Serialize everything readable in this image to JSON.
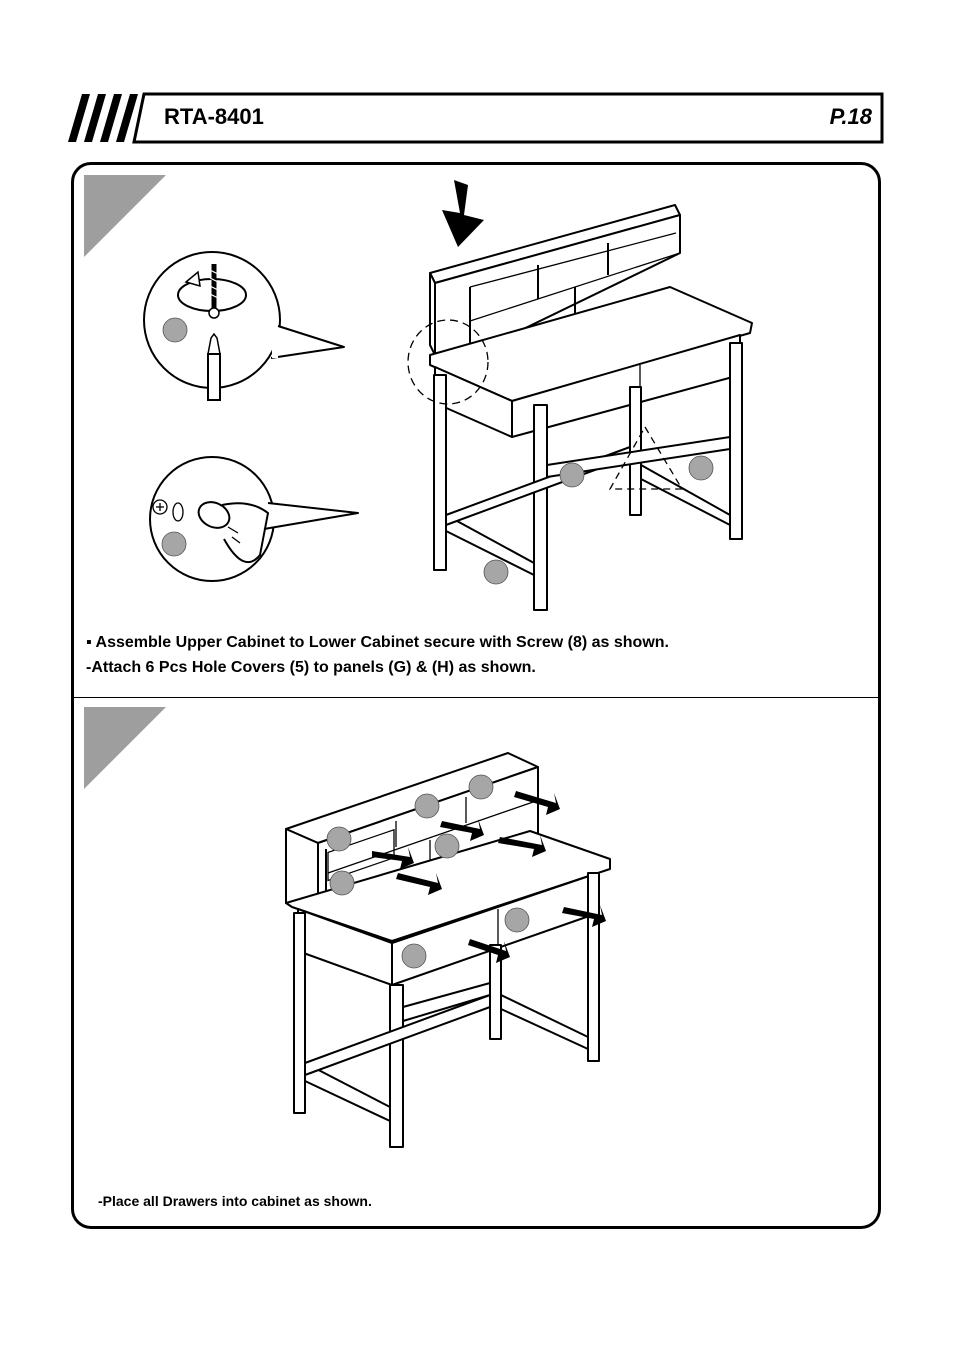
{
  "header": {
    "model": "RTA-8401",
    "page": "P.18"
  },
  "step1": {
    "instructions": [
      "▪ Assemble  Upper Cabinet to Lower Cabinet secure with Screw (8) as shown.",
      "-Attach 6 Pcs Hole Covers (5) to panels (G) & (H) as shown."
    ]
  },
  "step2": {
    "instructions": [
      "-Place all Drawers into cabinet as shown."
    ]
  },
  "colors": {
    "badge": "#a6a6a6",
    "corner_marker": "#9e9e9e",
    "line": "#000000"
  },
  "icons": [
    "screw-icon",
    "screwdriver-icon",
    "rotation-arrow-icon",
    "hole-cover-icon",
    "finger-press-icon",
    "down-arrow-icon",
    "push-arrow-icon"
  ]
}
